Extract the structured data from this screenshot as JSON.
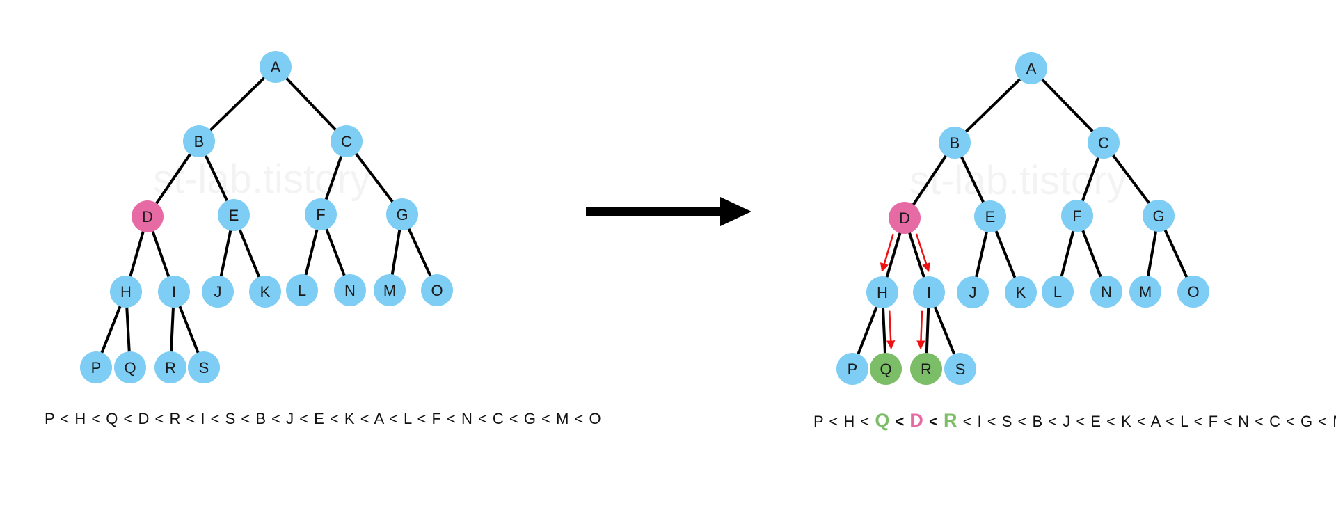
{
  "watermark": "st-lab.tistory",
  "colors": {
    "node_default": "#7ecdf4",
    "node_focus": "#e66aa4",
    "node_swap": "#7cbd67",
    "edge": "#000000",
    "trace_arrow": "#ee1111",
    "transition_arrow": "#000000"
  },
  "tree_before": {
    "nodes": [
      {
        "id": "A",
        "label": "A",
        "state": "default"
      },
      {
        "id": "B",
        "label": "B",
        "state": "default"
      },
      {
        "id": "C",
        "label": "C",
        "state": "default"
      },
      {
        "id": "D",
        "label": "D",
        "state": "focus"
      },
      {
        "id": "E",
        "label": "E",
        "state": "default"
      },
      {
        "id": "F",
        "label": "F",
        "state": "default"
      },
      {
        "id": "G",
        "label": "G",
        "state": "default"
      },
      {
        "id": "H",
        "label": "H",
        "state": "default"
      },
      {
        "id": "I",
        "label": "I",
        "state": "default"
      },
      {
        "id": "J",
        "label": "J",
        "state": "default"
      },
      {
        "id": "K",
        "label": "K",
        "state": "default"
      },
      {
        "id": "L",
        "label": "L",
        "state": "default"
      },
      {
        "id": "N",
        "label": "N",
        "state": "default"
      },
      {
        "id": "M",
        "label": "M",
        "state": "default"
      },
      {
        "id": "O",
        "label": "O",
        "state": "default"
      },
      {
        "id": "P",
        "label": "P",
        "state": "default"
      },
      {
        "id": "Q",
        "label": "Q",
        "state": "default"
      },
      {
        "id": "R",
        "label": "R",
        "state": "default"
      },
      {
        "id": "S",
        "label": "S",
        "state": "default"
      }
    ],
    "edges": [
      [
        "A",
        "B"
      ],
      [
        "A",
        "C"
      ],
      [
        "B",
        "D"
      ],
      [
        "B",
        "E"
      ],
      [
        "C",
        "F"
      ],
      [
        "C",
        "G"
      ],
      [
        "D",
        "H"
      ],
      [
        "D",
        "I"
      ],
      [
        "E",
        "J"
      ],
      [
        "E",
        "K"
      ],
      [
        "F",
        "L"
      ],
      [
        "F",
        "N"
      ],
      [
        "G",
        "M"
      ],
      [
        "G",
        "O"
      ],
      [
        "H",
        "P"
      ],
      [
        "H",
        "Q"
      ],
      [
        "I",
        "R"
      ],
      [
        "I",
        "S"
      ]
    ],
    "sequence": [
      {
        "text": "P < H < Q < D < R < I < S < B < J < E < K < A < L < F < N < C < G < M < O",
        "state": "plain"
      }
    ]
  },
  "tree_after": {
    "nodes": [
      {
        "id": "A",
        "label": "A",
        "state": "default"
      },
      {
        "id": "B",
        "label": "B",
        "state": "default"
      },
      {
        "id": "C",
        "label": "C",
        "state": "default"
      },
      {
        "id": "D",
        "label": "D",
        "state": "focus"
      },
      {
        "id": "E",
        "label": "E",
        "state": "default"
      },
      {
        "id": "F",
        "label": "F",
        "state": "default"
      },
      {
        "id": "G",
        "label": "G",
        "state": "default"
      },
      {
        "id": "H",
        "label": "H",
        "state": "default"
      },
      {
        "id": "I",
        "label": "I",
        "state": "default"
      },
      {
        "id": "J",
        "label": "J",
        "state": "default"
      },
      {
        "id": "K",
        "label": "K",
        "state": "default"
      },
      {
        "id": "L",
        "label": "L",
        "state": "default"
      },
      {
        "id": "N",
        "label": "N",
        "state": "default"
      },
      {
        "id": "M",
        "label": "M",
        "state": "default"
      },
      {
        "id": "O",
        "label": "O",
        "state": "default"
      },
      {
        "id": "P",
        "label": "P",
        "state": "default"
      },
      {
        "id": "Q",
        "label": "Q",
        "state": "swap"
      },
      {
        "id": "R",
        "label": "R",
        "state": "swap"
      },
      {
        "id": "S",
        "label": "S",
        "state": "default"
      }
    ],
    "edges": [
      [
        "A",
        "B"
      ],
      [
        "A",
        "C"
      ],
      [
        "B",
        "D"
      ],
      [
        "B",
        "E"
      ],
      [
        "C",
        "F"
      ],
      [
        "C",
        "G"
      ],
      [
        "D",
        "H"
      ],
      [
        "D",
        "I"
      ],
      [
        "E",
        "J"
      ],
      [
        "E",
        "K"
      ],
      [
        "F",
        "L"
      ],
      [
        "F",
        "N"
      ],
      [
        "G",
        "M"
      ],
      [
        "G",
        "O"
      ],
      [
        "H",
        "P"
      ],
      [
        "H",
        "Q"
      ],
      [
        "I",
        "R"
      ],
      [
        "I",
        "S"
      ]
    ],
    "trace_arrows": [
      [
        "D",
        "H"
      ],
      [
        "D",
        "I"
      ],
      [
        "H",
        "Q"
      ],
      [
        "I",
        "R"
      ]
    ],
    "sequence": [
      {
        "text": "P < H < ",
        "state": "plain"
      },
      {
        "text": "Q",
        "state": "swap"
      },
      {
        "text": " < ",
        "state": "bold"
      },
      {
        "text": "D",
        "state": "focus"
      },
      {
        "text": " < ",
        "state": "bold"
      },
      {
        "text": "R",
        "state": "swap"
      },
      {
        "text": " < I < S < B < J < E < K < A < L < F < N < C < G < M < O",
        "state": "plain"
      }
    ]
  }
}
